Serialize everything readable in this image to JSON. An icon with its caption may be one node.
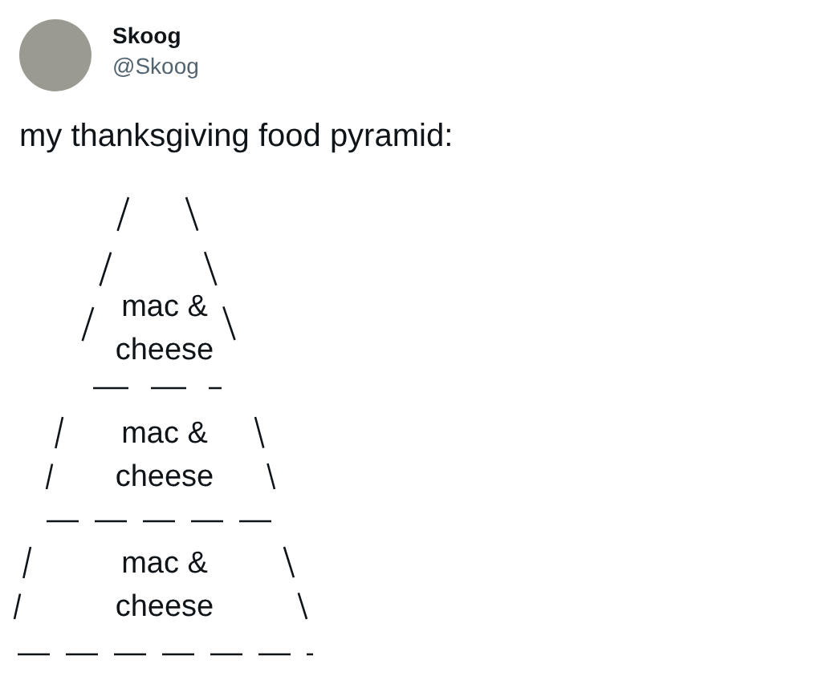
{
  "diagram": {
    "title": "my thanksgiving food pyramid:",
    "nodes": [
      {
        "text": [
          "mac & cheese"
        ]
      },
      {
        "text": [
          "mac & cheese"
        ]
      },
      {
        "text": [
          "mac & cheese"
        ]
      }
    ],
    "labels": [
      "Skoog",
      "@Skoog"
    ]
  }
}
